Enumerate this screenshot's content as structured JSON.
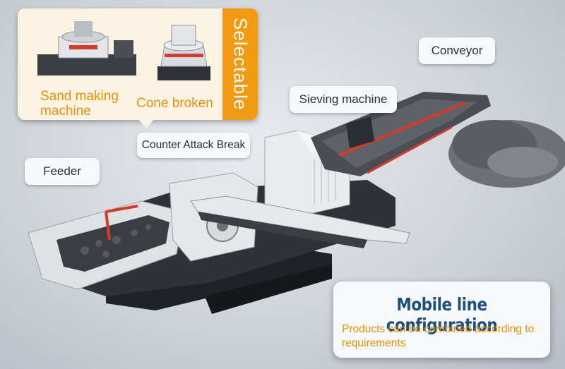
{
  "labels": {
    "feeder": "Feeder",
    "counter_attack_break": "Counter Attack Break",
    "sieving_machine": "Sieving machine",
    "conveyor": "Conveyor"
  },
  "selectable": {
    "tab_label": "Selectable",
    "options": [
      {
        "name": "Sand making machine"
      },
      {
        "name": "Cone broken"
      }
    ]
  },
  "info": {
    "title": "Mobile line configuration",
    "description": "Products can be combined according to requirements"
  },
  "colors": {
    "accent_orange": "#f29a12",
    "title_blue": "#1d4f7d",
    "machine_dark": "#2f3338",
    "machine_light": "#e3e5e8"
  }
}
